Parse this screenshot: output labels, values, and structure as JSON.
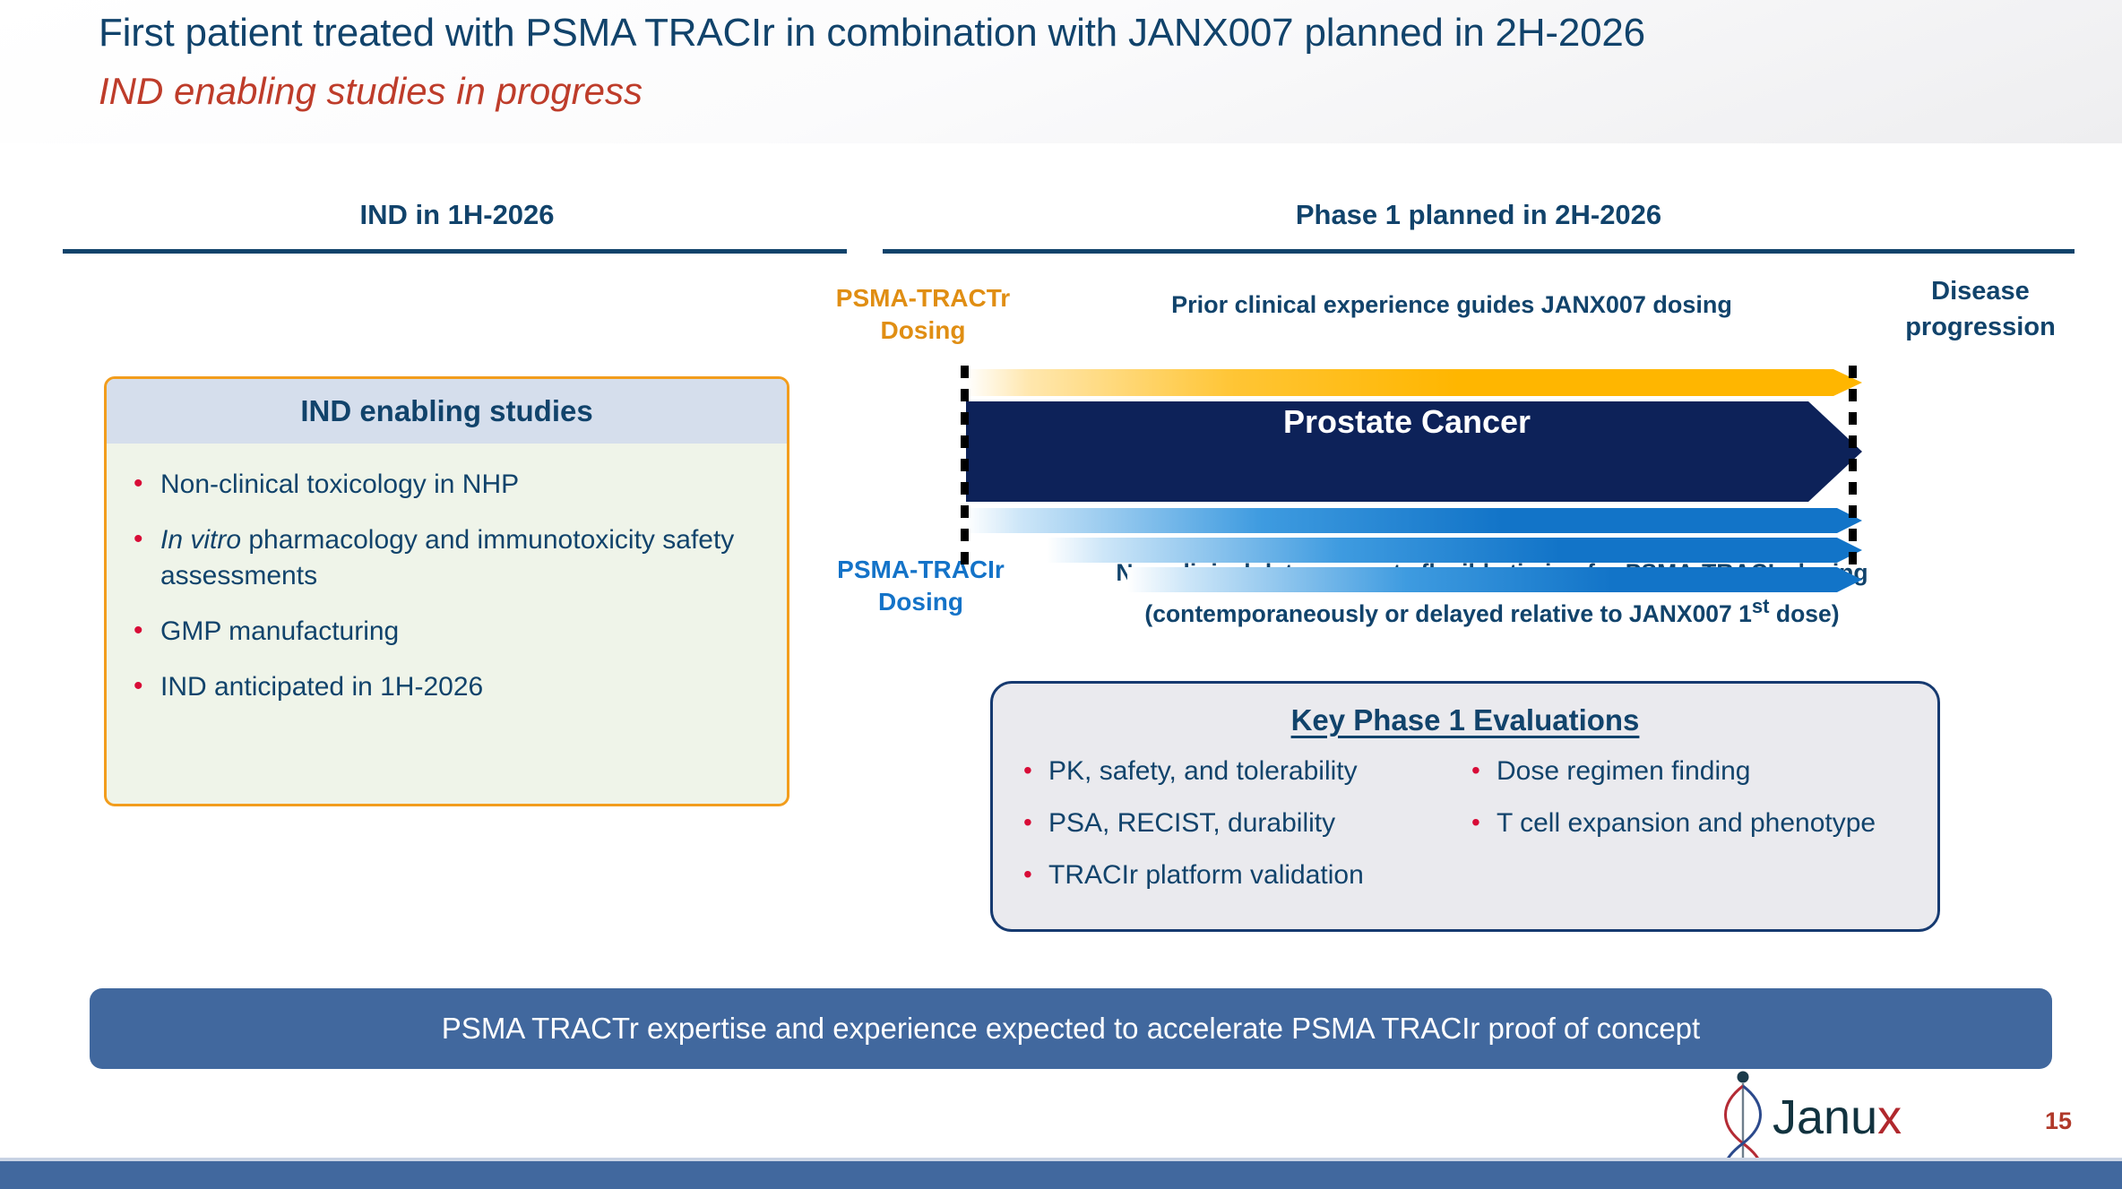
{
  "header": {
    "title": "First patient treated with PSMA TRACIr in combination with JANX007 planned in 2H-2026",
    "subtitle": "IND enabling studies in progress",
    "title_color": "#11436B",
    "subtitle_color": "#BE3C2A"
  },
  "columns": {
    "left_heading": "IND in 1H-2026",
    "right_heading": "Phase 1 planned in 2H-2026"
  },
  "ind_box": {
    "title": "IND enabling studies",
    "border_color": "#F29D1D",
    "fill_color": "#EFF4E9",
    "header_fill": "#D5DEEC",
    "bullet_color": "#D80C37",
    "items": [
      {
        "text": "Non-clinical toxicology in NHP",
        "italic_prefix": ""
      },
      {
        "text": "pharmacology and immunotoxicity safety assessments",
        "italic_prefix": "In vitro"
      },
      {
        "text": "GMP manufacturing",
        "italic_prefix": ""
      },
      {
        "text": "IND anticipated in 1H-2026",
        "italic_prefix": ""
      }
    ]
  },
  "diagram": {
    "label_tractr": "PSMA-TRACTr Dosing",
    "label_tractr_color": "#E08E13",
    "label_tracir": "PSMA-TRACIr Dosing",
    "label_tracir_color": "#1473C8",
    "label_prior": "Prior clinical experience guides JANX007 dosing",
    "label_disease": "Disease progression",
    "caption_line1": "Non-clinical data supports flexible timing for PSMA-TRACIr dosing",
    "caption_line2": "(contemporaneously or delayed relative to JANX007 1st dose)",
    "center_bar_label": "Prostate Cancer",
    "center_bar_color": "#0D2259",
    "tractr_bar_color": "#FFB600",
    "tracir_bar_color": "#1274C8",
    "start_marker": "dashed-line-start",
    "end_marker": "dashed-line-end",
    "bars": [
      {
        "name": "psma-tractr-dosing-bar",
        "color": "#FFB600",
        "start_pct": 0,
        "label": ""
      },
      {
        "name": "prostate-cancer-bar",
        "color": "#0D2259",
        "start_pct": 0,
        "label": "Prostate Cancer"
      },
      {
        "name": "psma-tracir-bar-1",
        "color": "#1274C8",
        "start_pct": 0,
        "label": ""
      },
      {
        "name": "psma-tracir-bar-2",
        "color": "#1274C8",
        "start_pct": 9,
        "label": ""
      },
      {
        "name": "psma-tracir-bar-3",
        "color": "#1274C8",
        "start_pct": 18,
        "label": ""
      }
    ]
  },
  "key_box": {
    "title": "Key Phase 1 Evaluations",
    "border_color": "#163A70",
    "fill_color": "#EAEAEE",
    "bullet_color": "#D80C37",
    "left_items": [
      "PK, safety, and tolerability",
      "PSA, RECIST, durability",
      "TRACIr platform validation"
    ],
    "right_items": [
      "Dose regimen finding",
      "T cell expansion and phenotype"
    ]
  },
  "footer": {
    "banner_text": "PSMA TRACTr expertise and experience expected to accelerate PSMA TRACIr proof of concept",
    "banner_color": "#41689E",
    "logo_name": "Janu",
    "logo_accent": "x",
    "page_number": "15",
    "page_number_color": "#B0392A",
    "strip_color": "#41689E"
  }
}
